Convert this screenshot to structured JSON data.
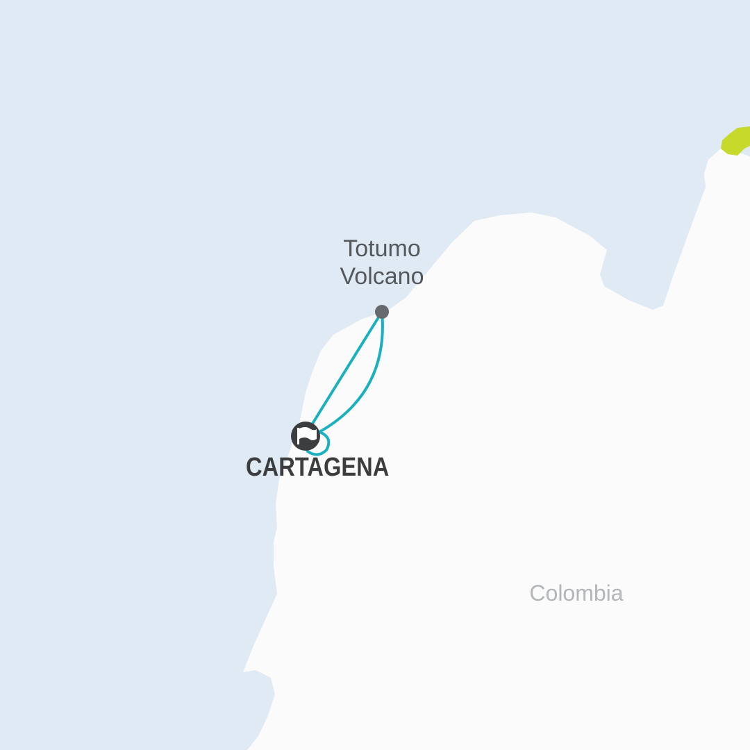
{
  "map": {
    "colors": {
      "sea": "#dfeaf4",
      "land": "#fbfbfb",
      "route": "#1ab0bf",
      "highlight_land": "#c7da2b",
      "poi_marker": "#666a6d",
      "city_marker": "#3c3d3f"
    },
    "places": {
      "poi": {
        "name_line1": "Totumo",
        "name_line2": "Volcano",
        "marker_icon": "dot-icon"
      },
      "start_city": {
        "name": "CARTAGENA",
        "marker_icon": "flag-icon"
      },
      "country": {
        "name": "Colombia"
      }
    },
    "route": {
      "from": "CARTAGENA",
      "to": "Totumo Volcano",
      "type": "round-trip"
    }
  }
}
